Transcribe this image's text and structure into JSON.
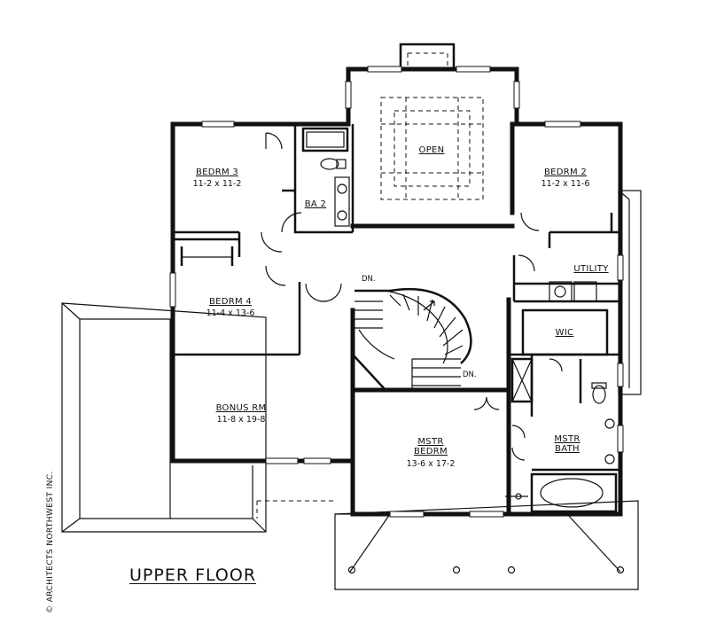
{
  "title": "UPPER FLOOR",
  "copyright": "© ARCHITECTS NORTHWEST INC.",
  "rooms": {
    "bedroom3": {
      "name": "BEDRM 3",
      "size": "11-2 x 11-2"
    },
    "bath2": {
      "name": "BA 2"
    },
    "open": {
      "name": "OPEN"
    },
    "bedroom2": {
      "name": "BEDRM 2",
      "size": "11-2 x 11-6"
    },
    "utility": {
      "name": "UTILITY"
    },
    "bedroom4": {
      "name": "BEDRM 4",
      "size": "11-4 x 13-6"
    },
    "wic": {
      "name": "WIC"
    },
    "bonus": {
      "name": "BONUS RM",
      "size": "11-8 x 19-8"
    },
    "master_bedroom": {
      "name_line1": "MSTR",
      "name_line2": "BEDRM",
      "size": "13-6 x 17-2"
    },
    "master_bath": {
      "name_line1": "MSTR",
      "name_line2": "BATH"
    }
  },
  "stairs": {
    "down_label_top": "DN.",
    "down_label_bottom": "DN."
  }
}
